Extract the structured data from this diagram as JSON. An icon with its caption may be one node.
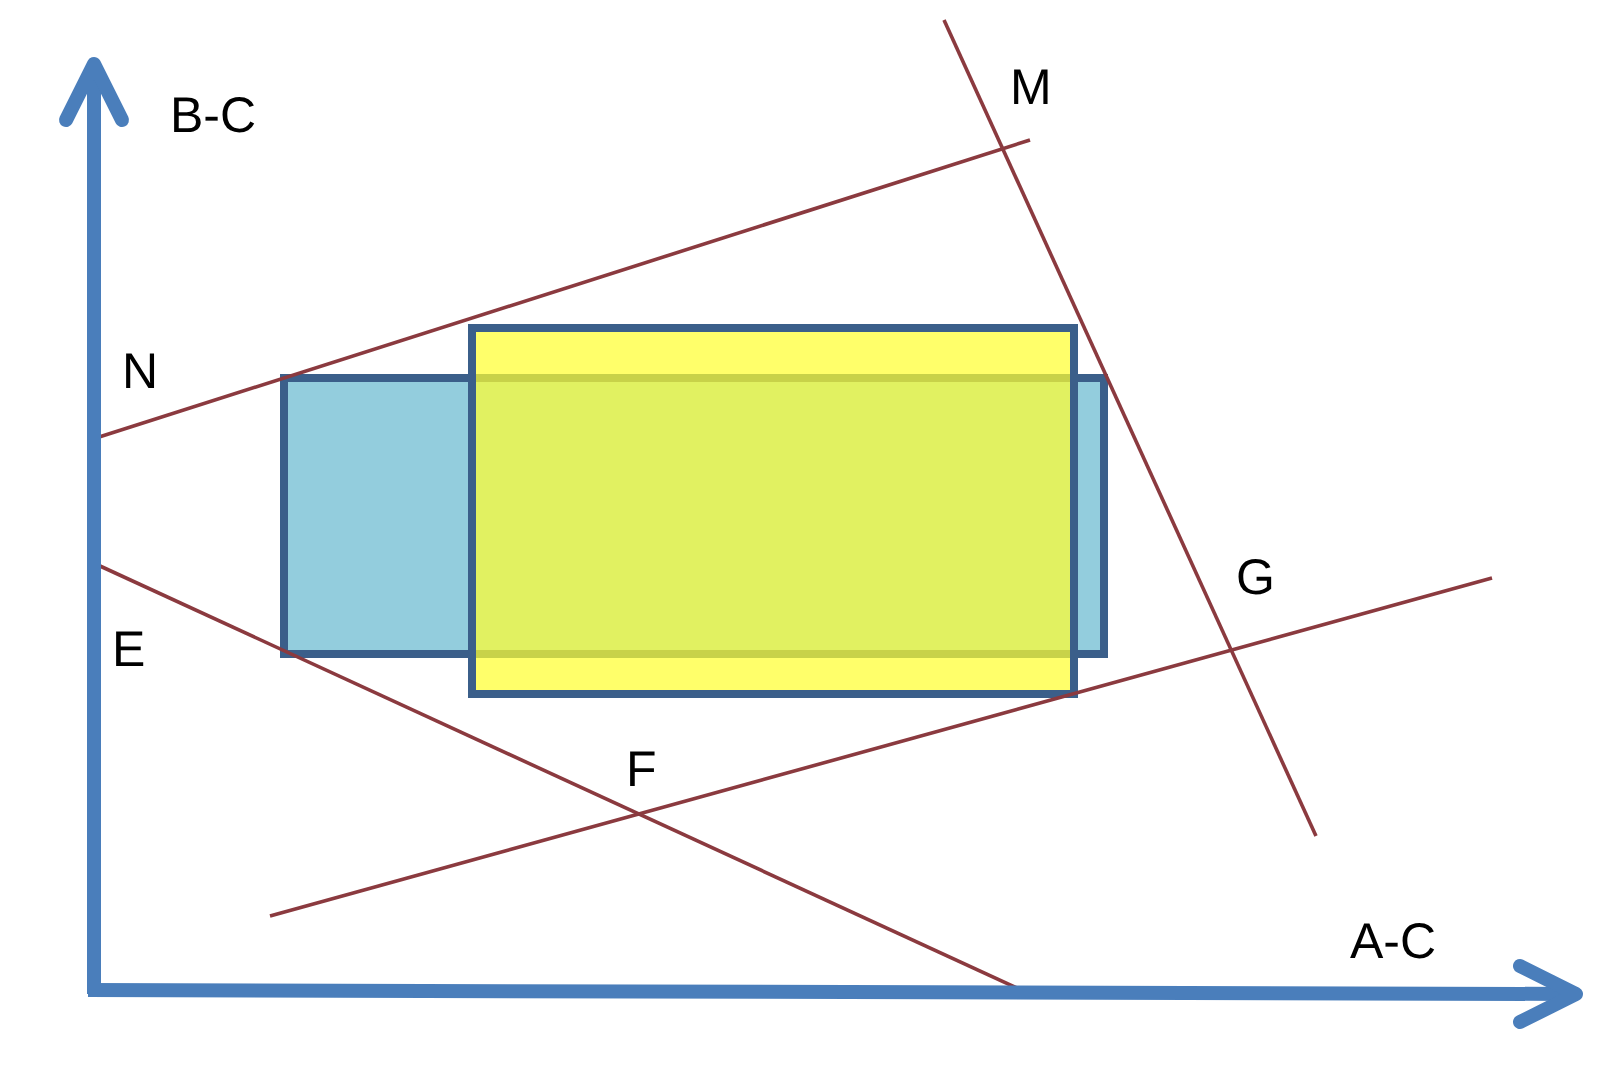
{
  "diagram": {
    "labels": [
      "B-C",
      "M",
      "N",
      "G",
      "E",
      "F",
      "A-C"
    ]
  }
}
